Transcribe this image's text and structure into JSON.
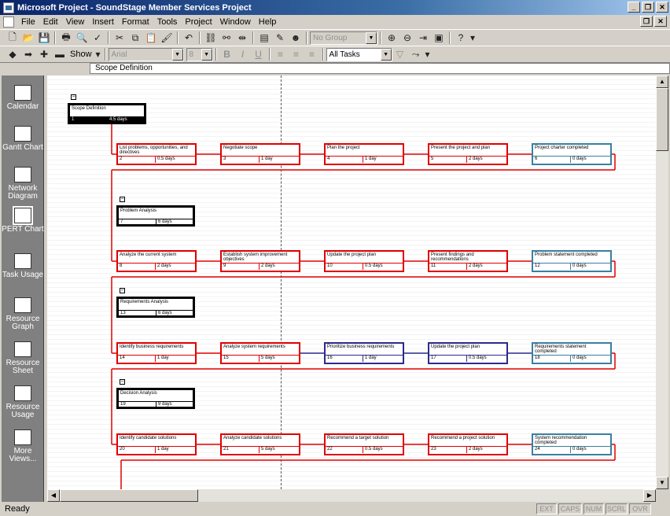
{
  "window": {
    "title": "Microsoft Project - SoundStage Member Services Project"
  },
  "menu": [
    "File",
    "Edit",
    "View",
    "Insert",
    "Format",
    "Tools",
    "Project",
    "Window",
    "Help"
  ],
  "toolbar": {
    "group_combo": "No Group",
    "show_label": "Show",
    "font_combo": "Arial",
    "size_combo": "8",
    "bold": "B",
    "italic": "I",
    "underline": "U",
    "filter_combo": "All Tasks"
  },
  "entry_bar": {
    "value": "Scope Definition"
  },
  "view_bar": [
    {
      "label": "Calendar",
      "icon": "calendar-icon"
    },
    {
      "label": "Gantt Chart",
      "icon": "gantt-icon"
    },
    {
      "label": "Network Diagram",
      "icon": "network-icon"
    },
    {
      "label": "PERT Chart",
      "icon": "pert-icon",
      "active": true
    },
    {
      "label": "Task Usage",
      "icon": "task-usage-icon"
    },
    {
      "label": "Resource Graph",
      "icon": "resource-graph-icon"
    },
    {
      "label": "Resource Sheet",
      "icon": "resource-sheet-icon"
    },
    {
      "label": "Resource Usage",
      "icon": "resource-usage-icon"
    },
    {
      "label": "More Views...",
      "icon": "more-views-icon"
    }
  ],
  "nodes": [
    {
      "name": "Scope Definition",
      "id": "1",
      "dur": "4.5 days",
      "style": "summary s1"
    },
    {
      "name": "List problems, opportunities, and directives",
      "id": "2",
      "dur": "0.5 days",
      "style": ""
    },
    {
      "name": "Negotiate scope",
      "id": "3",
      "dur": "1 day",
      "style": ""
    },
    {
      "name": "Plan the project",
      "id": "4",
      "dur": "1 day",
      "style": ""
    },
    {
      "name": "Present the project and plan",
      "id": "5",
      "dur": "2 days",
      "style": ""
    },
    {
      "name": "Project charter completed",
      "id": "6",
      "dur": "0 days",
      "style": "teal"
    },
    {
      "name": "Problem Analysis",
      "id": "7",
      "dur": "6 days",
      "style": "summary"
    },
    {
      "name": "Analyze the current system",
      "id": "8",
      "dur": "2 days",
      "style": ""
    },
    {
      "name": "Establish system improvement objectives",
      "id": "9",
      "dur": "2 days",
      "style": ""
    },
    {
      "name": "Update the project plan",
      "id": "10",
      "dur": "0.5 days",
      "style": ""
    },
    {
      "name": "Present findings and recommendations",
      "id": "11",
      "dur": "2 days",
      "style": ""
    },
    {
      "name": "Problem statement completed",
      "id": "12",
      "dur": "0 days",
      "style": "teal"
    },
    {
      "name": "Requirements Analysis",
      "id": "13",
      "dur": "6 days",
      "style": "summary"
    },
    {
      "name": "Identify business requirements",
      "id": "14",
      "dur": "1 day",
      "style": ""
    },
    {
      "name": "Analyze system requirements",
      "id": "15",
      "dur": "5 days",
      "style": ""
    },
    {
      "name": "Prioritize business requirements",
      "id": "16",
      "dur": "1 day",
      "style": "blue"
    },
    {
      "name": "Update the project plan",
      "id": "17",
      "dur": "0.5 days",
      "style": "blue"
    },
    {
      "name": "Requirements statement completed",
      "id": "18",
      "dur": "0 days",
      "style": "teal"
    },
    {
      "name": "Decision Analysis",
      "id": "19",
      "dur": "9 days",
      "style": "summary"
    },
    {
      "name": "Identify candidate solutions",
      "id": "20",
      "dur": "1 day",
      "style": ""
    },
    {
      "name": "Analyze candidate solutions",
      "id": "21",
      "dur": "5 days",
      "style": ""
    },
    {
      "name": "Recommend a target solution",
      "id": "22",
      "dur": "0.5 days",
      "style": ""
    },
    {
      "name": "Recommend a project solution",
      "id": "23",
      "dur": "2 days",
      "style": ""
    },
    {
      "name": "System recommendation completed",
      "id": "24",
      "dur": "0 days",
      "style": "teal"
    }
  ],
  "status": {
    "text": "Ready",
    "indicators": [
      "EXT",
      "CAPS",
      "NUM",
      "SCRL",
      "OVR"
    ]
  }
}
